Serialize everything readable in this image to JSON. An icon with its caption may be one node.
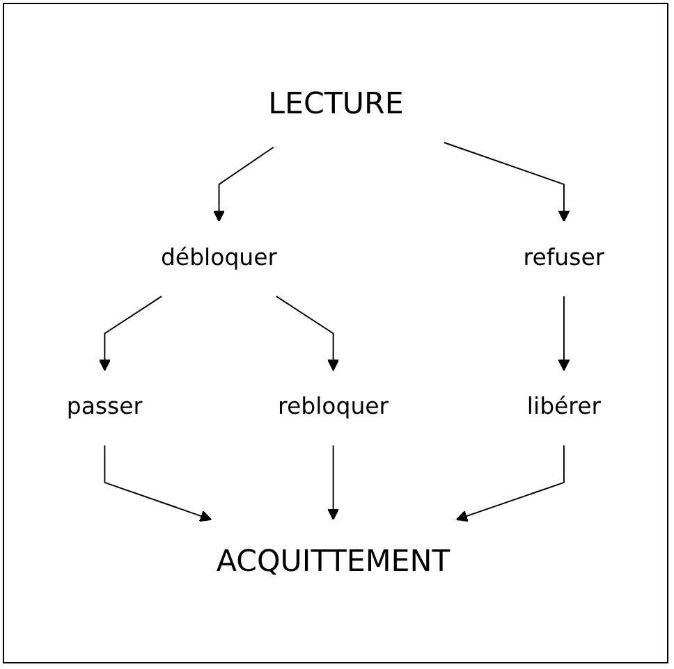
{
  "diagram": {
    "nodes": [
      {
        "text": [
          "LECTURE"
        ]
      },
      {
        "text": [
          "débloquer"
        ]
      },
      {
        "text": [
          "refuser"
        ]
      },
      {
        "text": [
          "passer"
        ]
      },
      {
        "text": [
          "rebloquer"
        ]
      },
      {
        "text": [
          "libérer"
        ]
      },
      {
        "text": [
          "ACQUITTEMENT"
        ]
      }
    ],
    "edges": [
      {
        "from": 0,
        "to": 1,
        "arrow": "to"
      },
      {
        "from": 0,
        "to": 2,
        "arrow": "to"
      },
      {
        "from": 1,
        "to": 3,
        "arrow": "to"
      },
      {
        "from": 1,
        "to": 4,
        "arrow": "to"
      },
      {
        "from": 2,
        "to": 5,
        "arrow": "to"
      },
      {
        "from": 3,
        "to": 6,
        "arrow": "to"
      },
      {
        "from": 4,
        "to": 6,
        "arrow": "to"
      },
      {
        "from": 5,
        "to": 6,
        "arrow": "to"
      }
    ]
  }
}
